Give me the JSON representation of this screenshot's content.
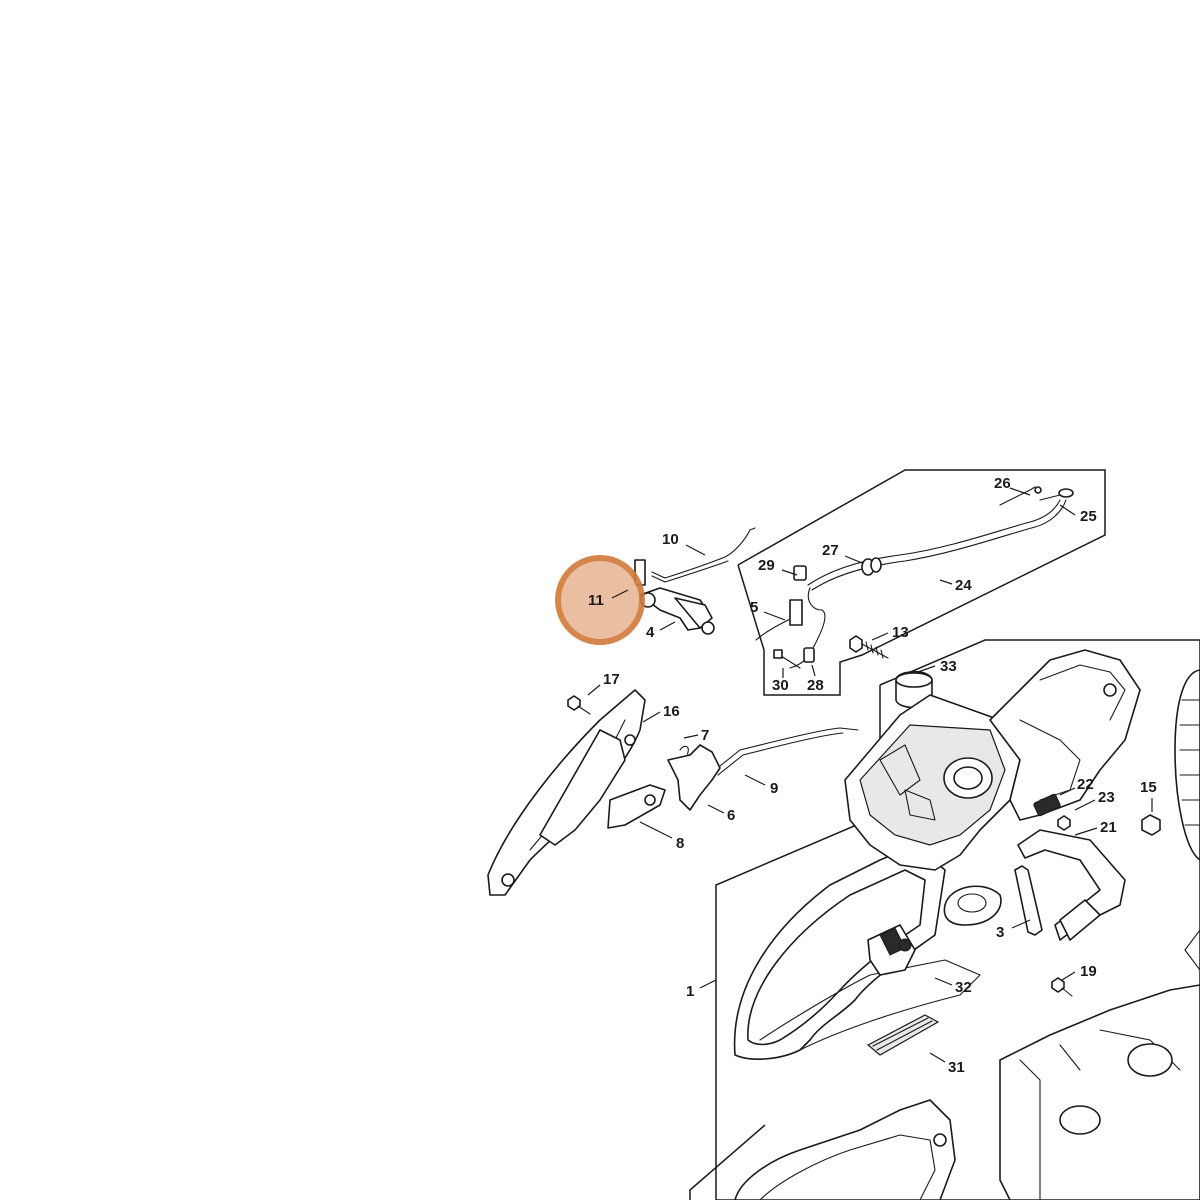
{
  "diagram": {
    "type": "exploded-parts-diagram",
    "highlight": {
      "label": "11",
      "fill_color": "#e8b896",
      "stroke_color": "#d17a3a"
    },
    "labels": [
      {
        "id": "label-26",
        "text": "26"
      },
      {
        "id": "label-25",
        "text": "25"
      },
      {
        "id": "label-10",
        "text": "10"
      },
      {
        "id": "label-27",
        "text": "27"
      },
      {
        "id": "label-29",
        "text": "29"
      },
      {
        "id": "label-24",
        "text": "24"
      },
      {
        "id": "label-11",
        "text": "11"
      },
      {
        "id": "label-5",
        "text": "5"
      },
      {
        "id": "label-4",
        "text": "4"
      },
      {
        "id": "label-13",
        "text": "13"
      },
      {
        "id": "label-30",
        "text": "30"
      },
      {
        "id": "label-28",
        "text": "28"
      },
      {
        "id": "label-33",
        "text": "33"
      },
      {
        "id": "label-17",
        "text": "17"
      },
      {
        "id": "label-16",
        "text": "16"
      },
      {
        "id": "label-7",
        "text": "7"
      },
      {
        "id": "label-9",
        "text": "9"
      },
      {
        "id": "label-6",
        "text": "6"
      },
      {
        "id": "label-8",
        "text": "8"
      },
      {
        "id": "label-22",
        "text": "22"
      },
      {
        "id": "label-23",
        "text": "23"
      },
      {
        "id": "label-15",
        "text": "15"
      },
      {
        "id": "label-21",
        "text": "21"
      },
      {
        "id": "label-3",
        "text": "3"
      },
      {
        "id": "label-1",
        "text": "1"
      },
      {
        "id": "label-32",
        "text": "32"
      },
      {
        "id": "label-19",
        "text": "19"
      },
      {
        "id": "label-31",
        "text": "31"
      }
    ]
  }
}
